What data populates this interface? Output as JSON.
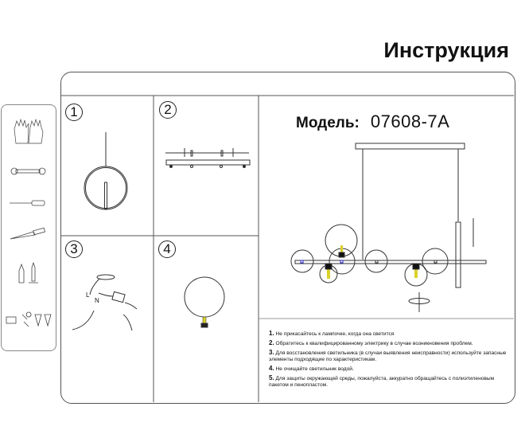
{
  "title": "Инструкция",
  "steps": [
    "1",
    "2",
    "3",
    "4"
  ],
  "model": {
    "label": "Модель:",
    "value": "07608-7A"
  },
  "wiring_labels": {
    "l": "L",
    "n": "N"
  },
  "notes": [
    {
      "n": "1.",
      "text": "Не прикасайтесь к лампочке, когда она светится"
    },
    {
      "n": "2.",
      "text": "Обратитесь к квалифицированному электрику в случае возникновения проблем."
    },
    {
      "n": "3.",
      "text": "Для восстановления светильника (в случаи выявления неисправности) используйте запасные элементы подходящие по характеристикам."
    },
    {
      "n": "4.",
      "text": "Не очищайте светильник водой."
    },
    {
      "n": "5.",
      "text": "Для защиты окружающей среды, пожалуйста, аккуратно обращайтесь с полиэтиленовым пакетом и пенопластом."
    }
  ],
  "tools": [
    "gloves",
    "wrench",
    "screwdriver",
    "knife",
    "wall-plugs",
    "accessories"
  ]
}
